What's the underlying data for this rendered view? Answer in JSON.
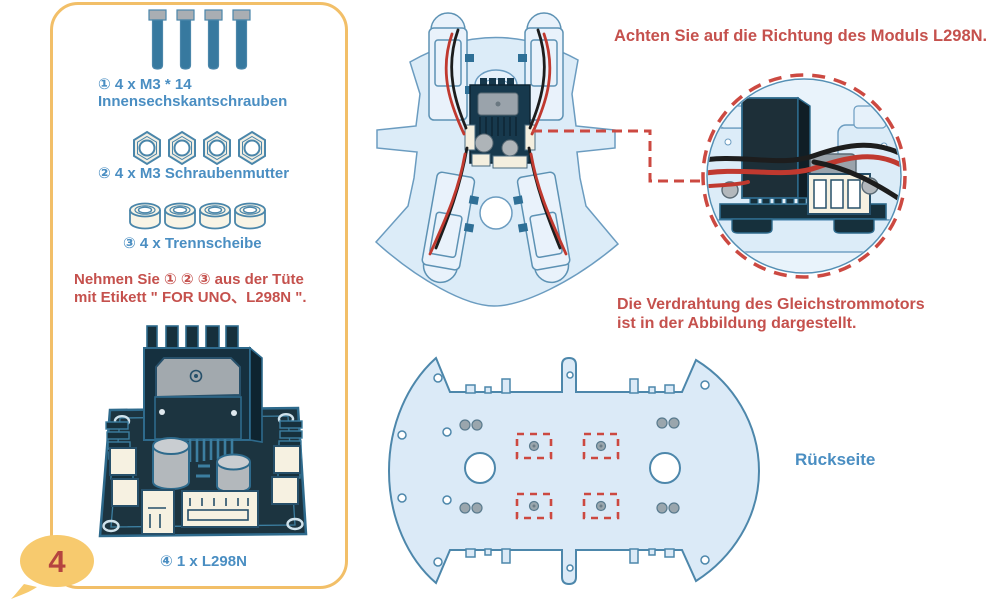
{
  "step_badge": {
    "number": "4"
  },
  "parts_panel": {
    "item1": {
      "line1": "① 4 x M3 * 14",
      "line2": "Innensechskantschrauben"
    },
    "item2": {
      "label": "② 4 x M3 Schraubenmutter"
    },
    "item3": {
      "label": "③ 4 x Trennscheibe"
    },
    "item4": {
      "label": "④ 1 x L298N"
    },
    "note": {
      "line1": "Nehmen Sie ① ② ③ aus der Tüte",
      "line2": "mit Etikett \" FOR UNO、L298N \"."
    }
  },
  "annotations": {
    "direction_note": "Achten Sie auf die Richtung des Moduls L298N.",
    "wiring_note_line1": "Die Verdrahtung des Gleichstrommotors",
    "wiring_note_line2": "ist in der Abbildung dargestellt.",
    "back_side_label": "Rückseite"
  },
  "colors": {
    "accent_blue": "#4a8ec2",
    "accent_red": "#c5514d",
    "panel_border": "#f2bf68",
    "badge_fill": "#f7ca6e",
    "highlight_dashed_red": "#cc4941"
  }
}
